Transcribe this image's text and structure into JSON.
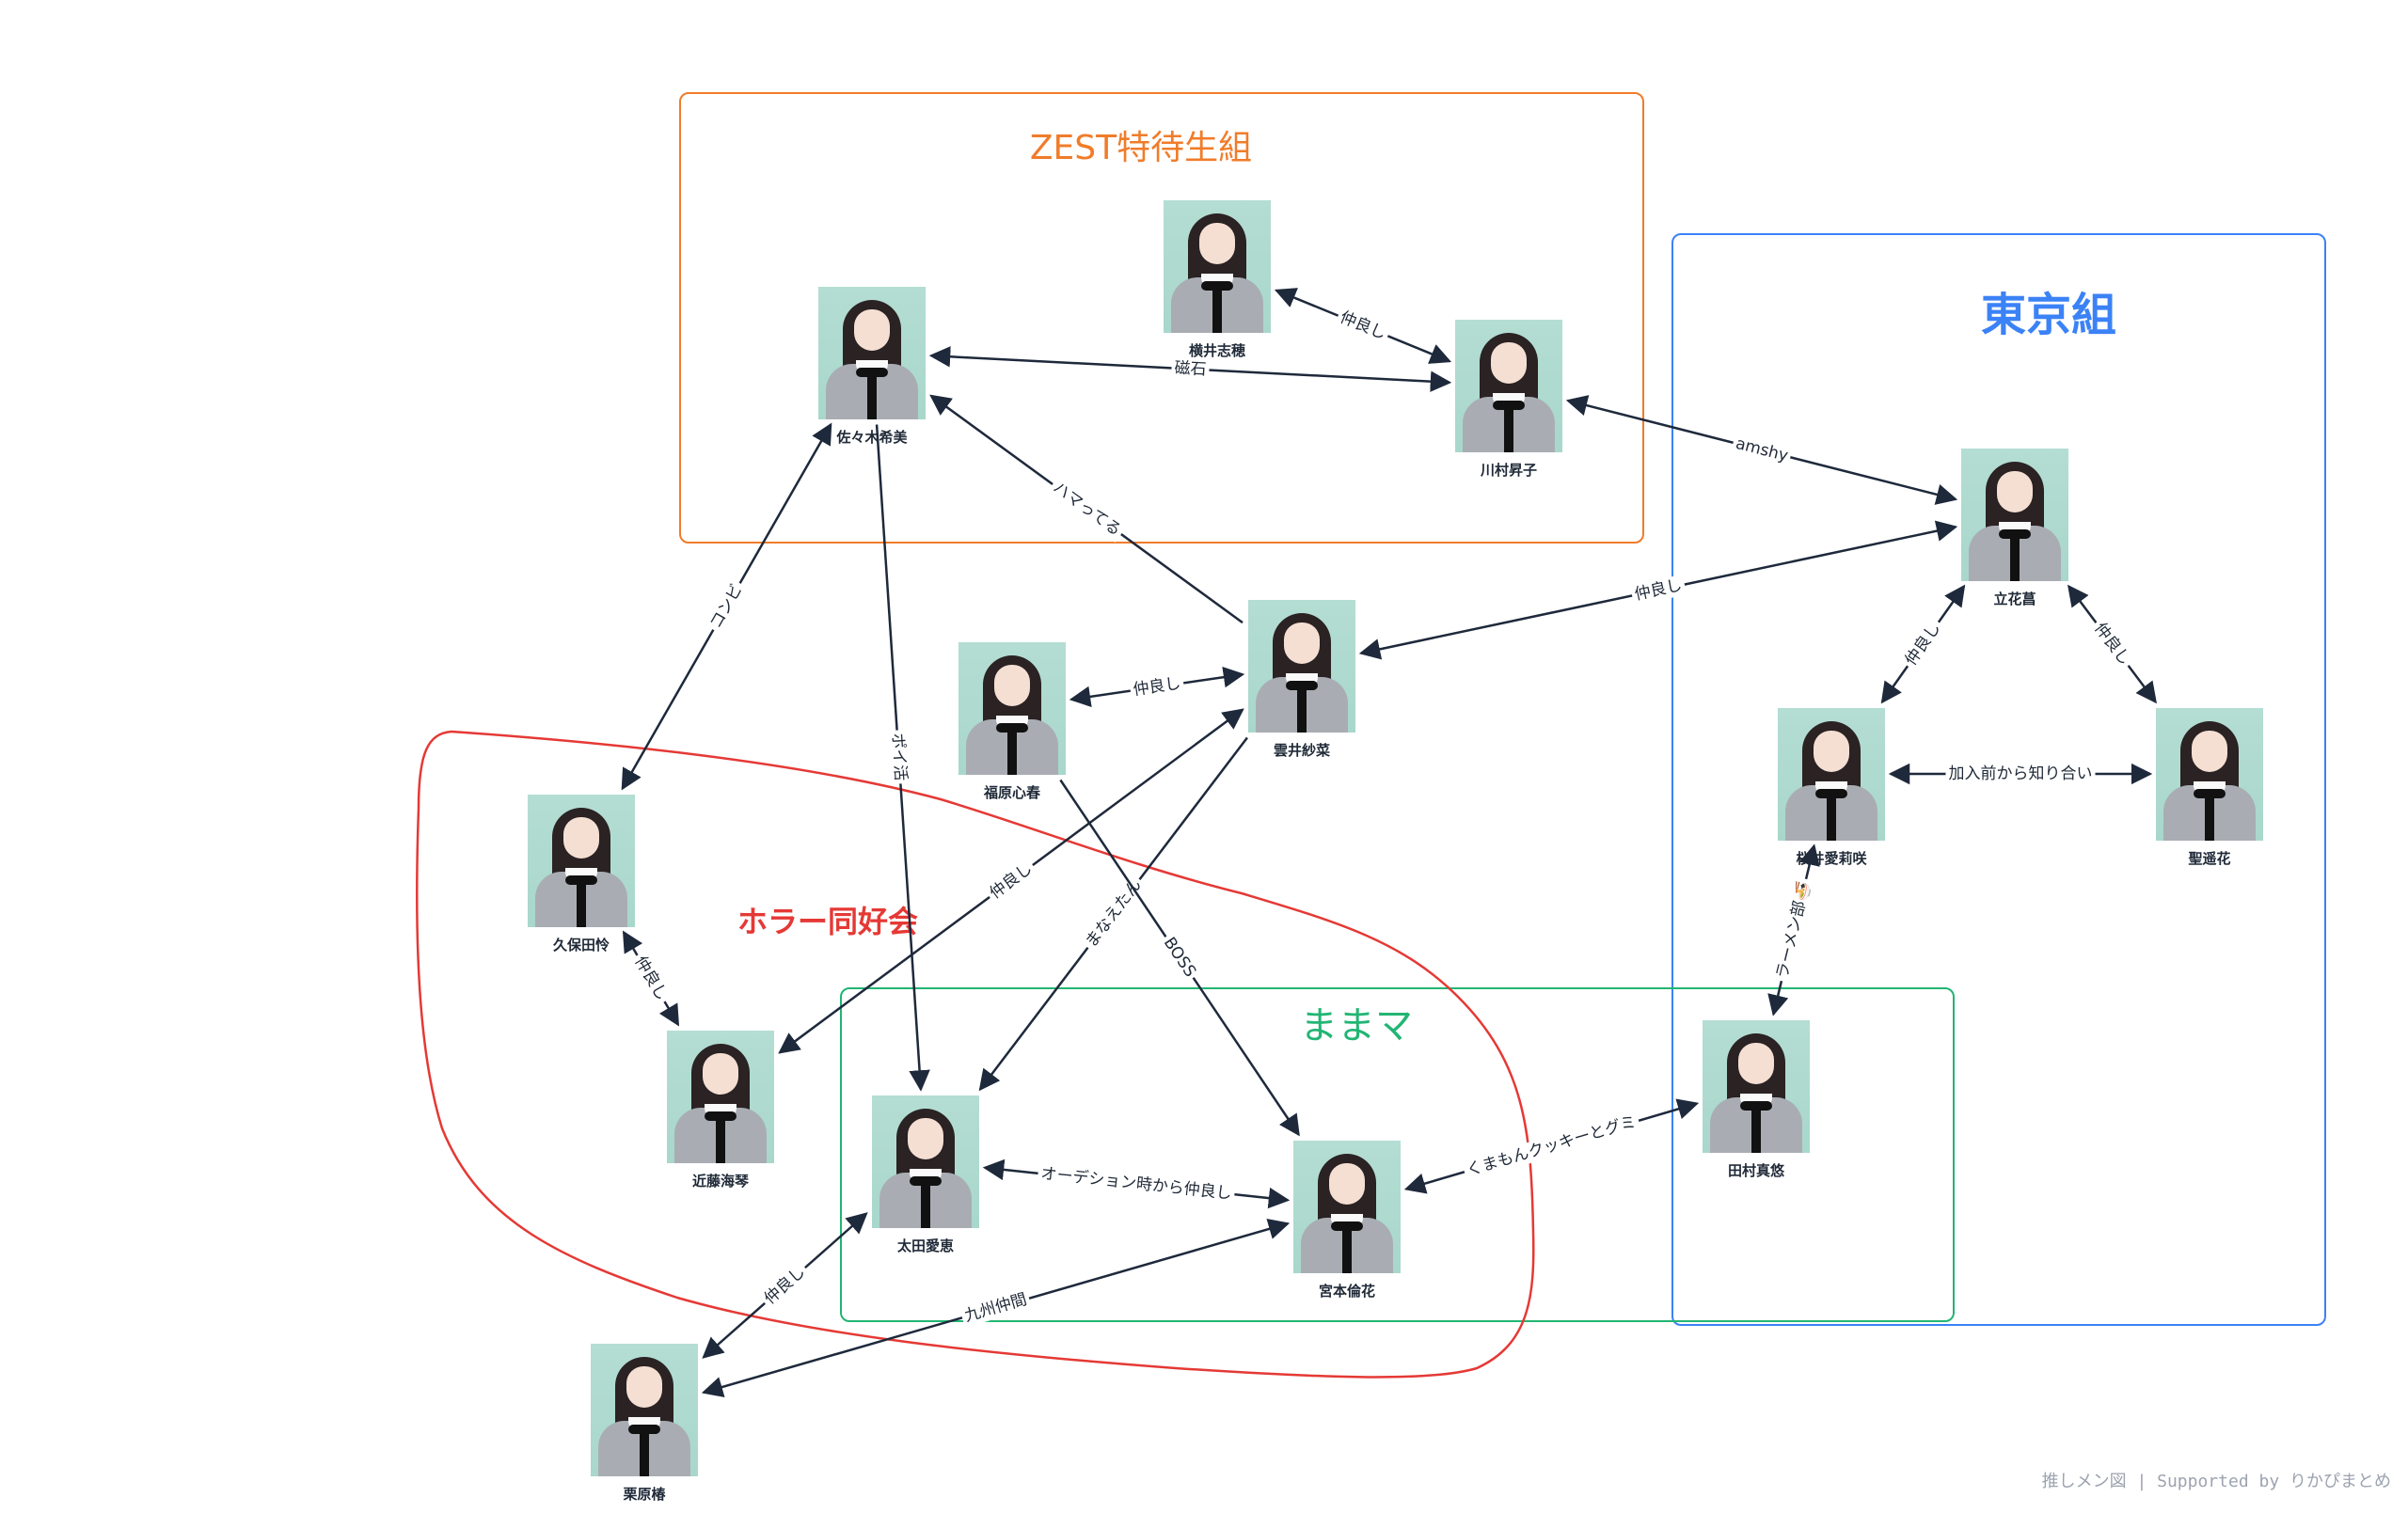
{
  "colors": {
    "zest": "#f07c2a",
    "tokyo": "#3b82f6",
    "mamama": "#22b573",
    "horror": "#e53935",
    "edge": "#1e293b"
  },
  "groups": {
    "zest": {
      "title": "ZEST特待生組"
    },
    "tokyo": {
      "title": "東京組"
    },
    "mamama": {
      "title": "ままマ"
    },
    "horror": {
      "title": "ホラー同好会"
    }
  },
  "members": {
    "sasaki": {
      "name": "佐々木希美"
    },
    "yokoi": {
      "name": "横井志穂"
    },
    "kawamura": {
      "name": "川村昇子"
    },
    "tachibana": {
      "name": "立花菖"
    },
    "kumoi": {
      "name": "雲井紗菜"
    },
    "fukuhara": {
      "name": "福原心春"
    },
    "sakurai": {
      "name": "桜井愛莉咲"
    },
    "hijiri": {
      "name": "聖遥花"
    },
    "kubota": {
      "name": "久保田怜"
    },
    "kondo": {
      "name": "近藤海琴"
    },
    "ota": {
      "name": "太田愛恵"
    },
    "miyamoto": {
      "name": "宮本倫花"
    },
    "tamura": {
      "name": "田村真悠"
    },
    "kurihara": {
      "name": "栗原椿"
    }
  },
  "edges": [
    {
      "from": "yokoi",
      "to": "kawamura",
      "label": "仲良し",
      "both": true
    },
    {
      "from": "sasaki",
      "to": "kawamura",
      "label": "磁石",
      "both": true
    },
    {
      "from": "kawamura",
      "to": "tachibana",
      "label": "amshy",
      "both": true
    },
    {
      "from": "kumoi",
      "to": "sasaki",
      "label": "ハマってる",
      "both": false
    },
    {
      "from": "tachibana",
      "to": "kumoi",
      "label": "仲良し",
      "both": true
    },
    {
      "from": "fukuhara",
      "to": "kumoi",
      "label": "仲良し",
      "both": true
    },
    {
      "from": "sasaki",
      "to": "kubota",
      "label": "コンビ",
      "both": true
    },
    {
      "from": "sasaki",
      "to": "ota",
      "label": "ポイ活",
      "both": false
    },
    {
      "from": "tachibana",
      "to": "sakurai",
      "label": "仲良し",
      "both": true
    },
    {
      "from": "tachibana",
      "to": "hijiri",
      "label": "仲良し",
      "both": true
    },
    {
      "from": "sakurai",
      "to": "hijiri",
      "label": "加入前から知り合い",
      "both": true
    },
    {
      "from": "sakurai",
      "to": "tamura",
      "label": "ラーメン部🍜",
      "both": true
    },
    {
      "from": "kumoi",
      "to": "kondo",
      "label": "仲良し",
      "both": true
    },
    {
      "from": "kumoi",
      "to": "ota",
      "label": "まなえたん",
      "both": false
    },
    {
      "from": "fukuhara",
      "to": "miyamoto",
      "label": "BOSS",
      "both": false
    },
    {
      "from": "kubota",
      "to": "kondo",
      "label": "仲良し",
      "both": true
    },
    {
      "from": "ota",
      "to": "miyamoto",
      "label": "オーデション時から仲良し",
      "both": true
    },
    {
      "from": "tamura",
      "to": "miyamoto",
      "label": "くまもんクッキーとグミ",
      "both": true
    },
    {
      "from": "ota",
      "to": "kurihara",
      "label": "仲良し",
      "both": true
    },
    {
      "from": "miyamoto",
      "to": "kurihara",
      "label": "九州仲間",
      "both": true
    }
  ],
  "footer": "推しメン図 | Supported by りかぴまとめ"
}
